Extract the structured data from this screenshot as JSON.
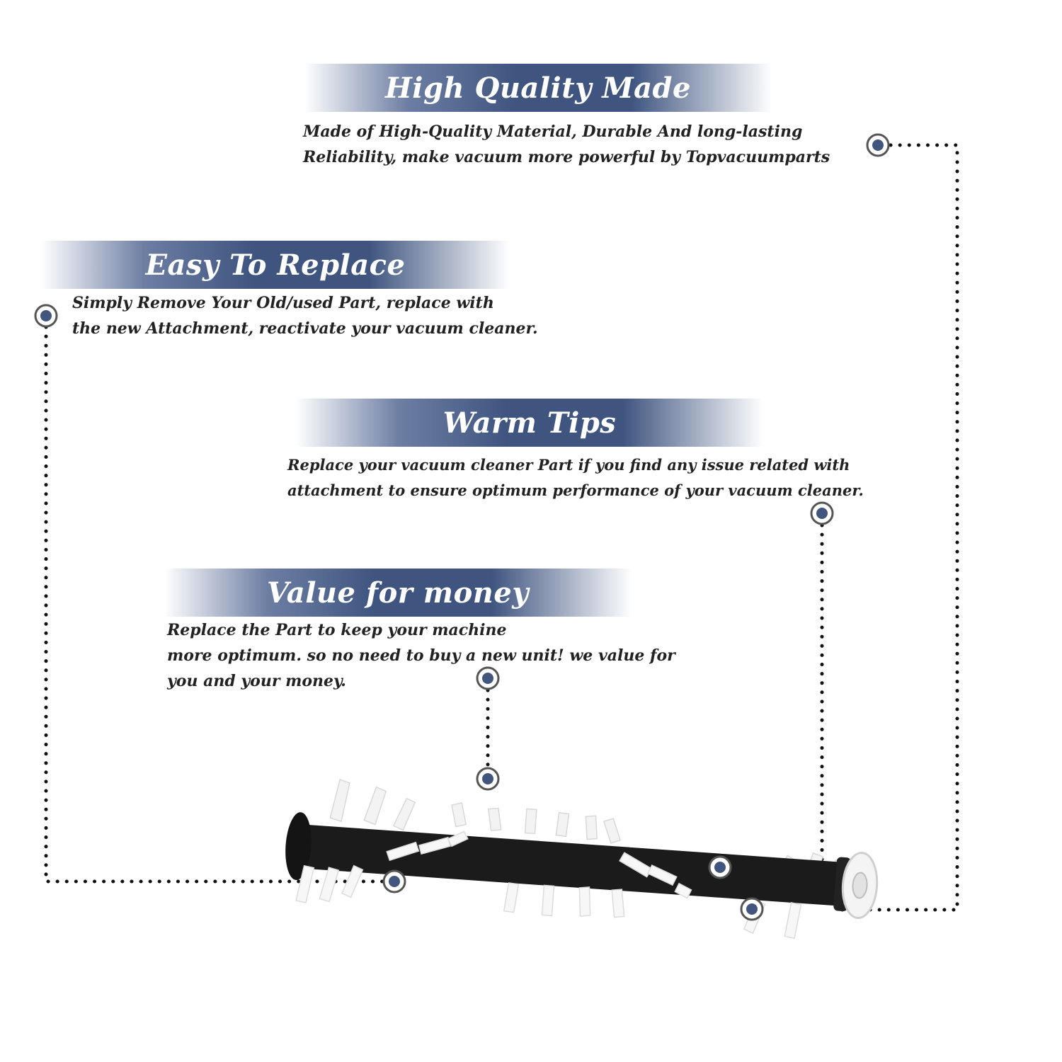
{
  "features": [
    {
      "title": "High Quality Made",
      "lines": [
        "Made of  High-Quality Material, Durable And long-lasting",
        "Reliability, make vacuum more powerful by Topvacuumparts"
      ]
    },
    {
      "title": "Easy To Replace",
      "lines": [
        "Simply Remove Your Old/used Part, replace with",
        "the new Attachment, reactivate your vacuum cleaner."
      ]
    },
    {
      "title": "Warm Tips",
      "lines": [
        "Replace your vacuum cleaner Part if you find any issue related with",
        " attachment to ensure optimum performance of your vacuum cleaner."
      ]
    },
    {
      "title": "Value for money",
      "lines": [
        "Replace the Part to keep your machine",
        "more optimum. so no need to buy a new unit! we value for",
        "you and your money."
      ]
    }
  ],
  "colors": {
    "accent": "#3f5580",
    "marker": "#41557e",
    "text": "#222222",
    "roller": "#1b1b1b",
    "bristle": "#f2f2f2"
  },
  "icons": [
    "target-dot-icon"
  ]
}
